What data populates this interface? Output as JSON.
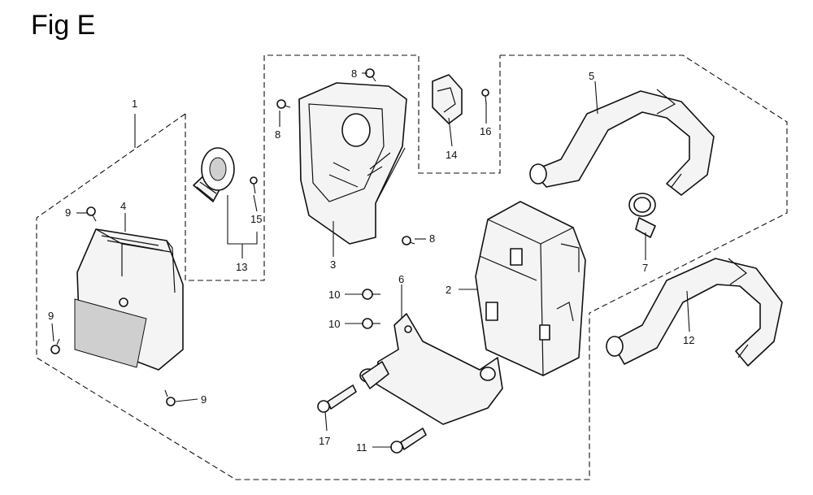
{
  "title": "Fig E",
  "callouts": {
    "c1": "1",
    "c2": "2",
    "c3": "3",
    "c4": "4",
    "c5": "5",
    "c6": "6",
    "c7": "7",
    "c8a": "8",
    "c8b": "8",
    "c8c": "8",
    "c9a": "9",
    "c9b": "9",
    "c9c": "9",
    "c10a": "10",
    "c10b": "10",
    "c11": "11",
    "c12": "12",
    "c13": "13",
    "c14": "14",
    "c15": "15",
    "c16": "16",
    "c17": "17"
  }
}
